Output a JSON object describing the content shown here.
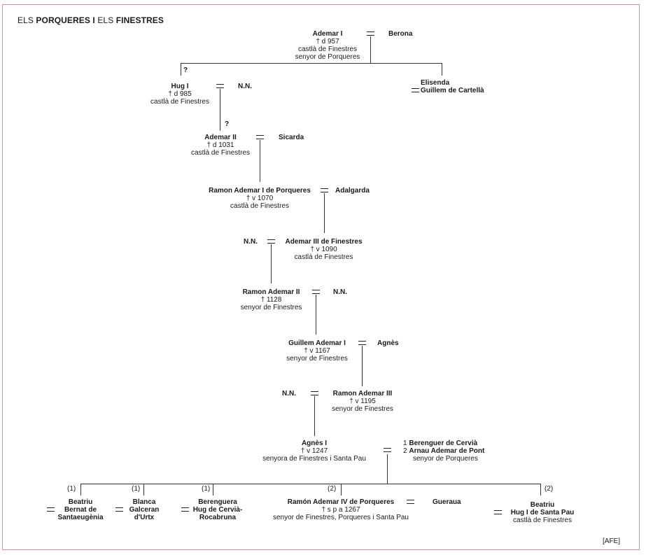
{
  "title": {
    "prefix": "ELS",
    "b1": "PORQUERES I",
    "mid": "ELS",
    "b2": "FINESTRES"
  },
  "credit": "[AFE]",
  "question": "?",
  "ademar1": {
    "name": "Ademar I",
    "l1": "† d 957",
    "l2": "castlà de Finestres",
    "l3": "senyor de Porqueres",
    "spouse": "Berona"
  },
  "hug1": {
    "name": "Hug I",
    "l1": "† d 985",
    "l2": "castlà de Finestres",
    "spouse": "N.N."
  },
  "elisenda": {
    "name": "Elisenda",
    "spouse": "Guillem de Cartellà"
  },
  "ademar2": {
    "name": "Ademar II",
    "l1": "† d 1031",
    "l2": "castlà de Finestres",
    "spouse": "Sicarda"
  },
  "ramon1": {
    "name": "Ramon Ademar I de Porqueres",
    "l1": "† v 1070",
    "l2": "castlà de Finestres",
    "spouse": "Adalgarda"
  },
  "ademar3": {
    "name": "Ademar III de Finestres",
    "l1": "† v 1090",
    "l2": "castlà de Finestres",
    "spouse": "N.N."
  },
  "ramon2": {
    "name": "Ramon Ademar II",
    "l1": "† 1128",
    "l2": "senyor de Finestres",
    "spouse": "N.N."
  },
  "guillem1": {
    "name": "Guillem Ademar I",
    "l1": "† v 1167",
    "l2": "senyor de Finestres",
    "spouse": "Agnès"
  },
  "ramon3": {
    "name": "Ramon Ademar III",
    "l1": "† v 1195",
    "l2": "senyor de Finestres",
    "spouse": "N.N."
  },
  "agnes1": {
    "name": "Agnès I",
    "l1": "† v 1247",
    "l2": "senyora de Finestres i Santa Pau",
    "sp1n": "1",
    "sp1": "Berenguer de Cervià",
    "sp2n": "2",
    "sp2": "Arnau Ademar de Pont",
    "sp2t": "senyor de Porqueres"
  },
  "children": {
    "beatriu1": {
      "mark": "(1)",
      "name": "Beatriu",
      "sp1": "Bernat de",
      "sp2": "Santaeugènia"
    },
    "blanca": {
      "mark": "(1)",
      "name": "Blanca",
      "sp1": "Galceran",
      "sp2": "d'Urtx"
    },
    "berenguera": {
      "mark": "(1)",
      "name": "Berenguera",
      "sp1": "Hug de Cervià-",
      "sp2": "Rocabruna"
    },
    "ramon4": {
      "mark": "(2)",
      "name": "Ramón Ademar IV de Porqueres",
      "l1": "† s p a 1267",
      "l2": "senyor de Finestres, Porqueres i Santa Pau",
      "spouse": "Gueraua"
    },
    "beatriu2": {
      "mark": "(2)",
      "name": "Beatriu",
      "sp1": "Hug I de Santa Pau",
      "sp2": "castlà de Finestres"
    }
  }
}
